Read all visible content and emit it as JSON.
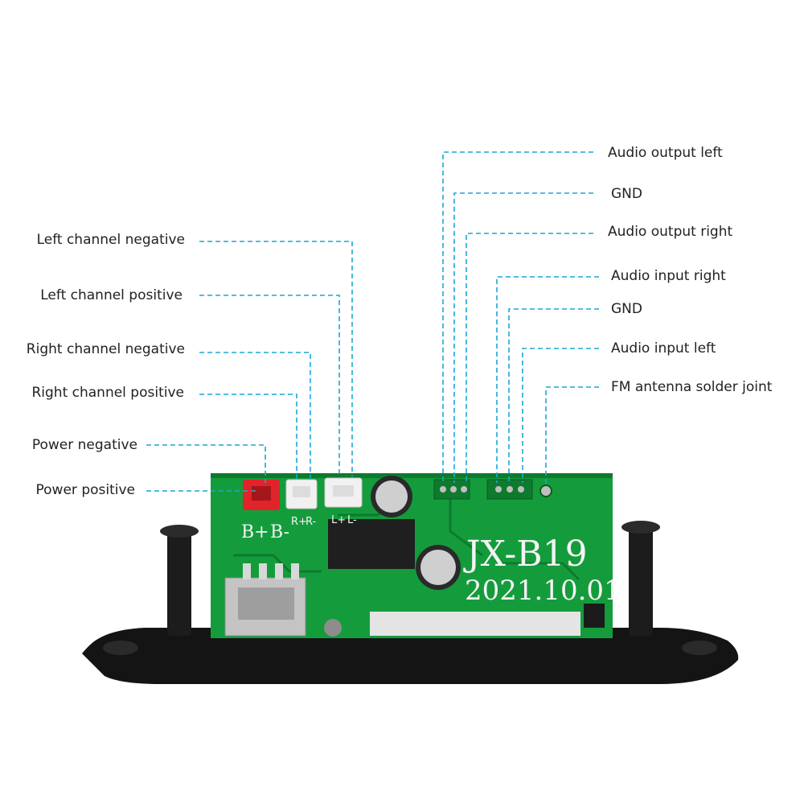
{
  "colors": {
    "leader": "#1aa6d6",
    "pcb": "#149c3c",
    "pcb_dark": "#0e7a2e",
    "panel": "#141414",
    "connector_red": "#e0242a",
    "connector_white": "#f1f1f1"
  },
  "board": {
    "model_text": "JX-B19",
    "date_text": "2021.10.01",
    "pad_labels": [
      "B+",
      "B-",
      "R+",
      "R-",
      "L+",
      "L-"
    ]
  },
  "callouts": {
    "left": [
      {
        "id": "left-channel-negative",
        "label": "Left channel negative"
      },
      {
        "id": "left-channel-positive",
        "label": "Left channel positive"
      },
      {
        "id": "right-channel-negative",
        "label": "Right channel negative"
      },
      {
        "id": "right-channel-positive",
        "label": "Right channel positive"
      },
      {
        "id": "power-negative",
        "label": "Power negative"
      },
      {
        "id": "power-positive",
        "label": "Power positive"
      }
    ],
    "right": [
      {
        "id": "audio-output-left",
        "label": "Audio output left"
      },
      {
        "id": "gnd-output",
        "label": "GND"
      },
      {
        "id": "audio-output-right",
        "label": "Audio output right"
      },
      {
        "id": "audio-input-right",
        "label": "Audio input right"
      },
      {
        "id": "gnd-input",
        "label": "GND"
      },
      {
        "id": "audio-input-left",
        "label": "Audio input left"
      },
      {
        "id": "fm-antenna",
        "label": "FM antenna solder joint"
      }
    ]
  }
}
